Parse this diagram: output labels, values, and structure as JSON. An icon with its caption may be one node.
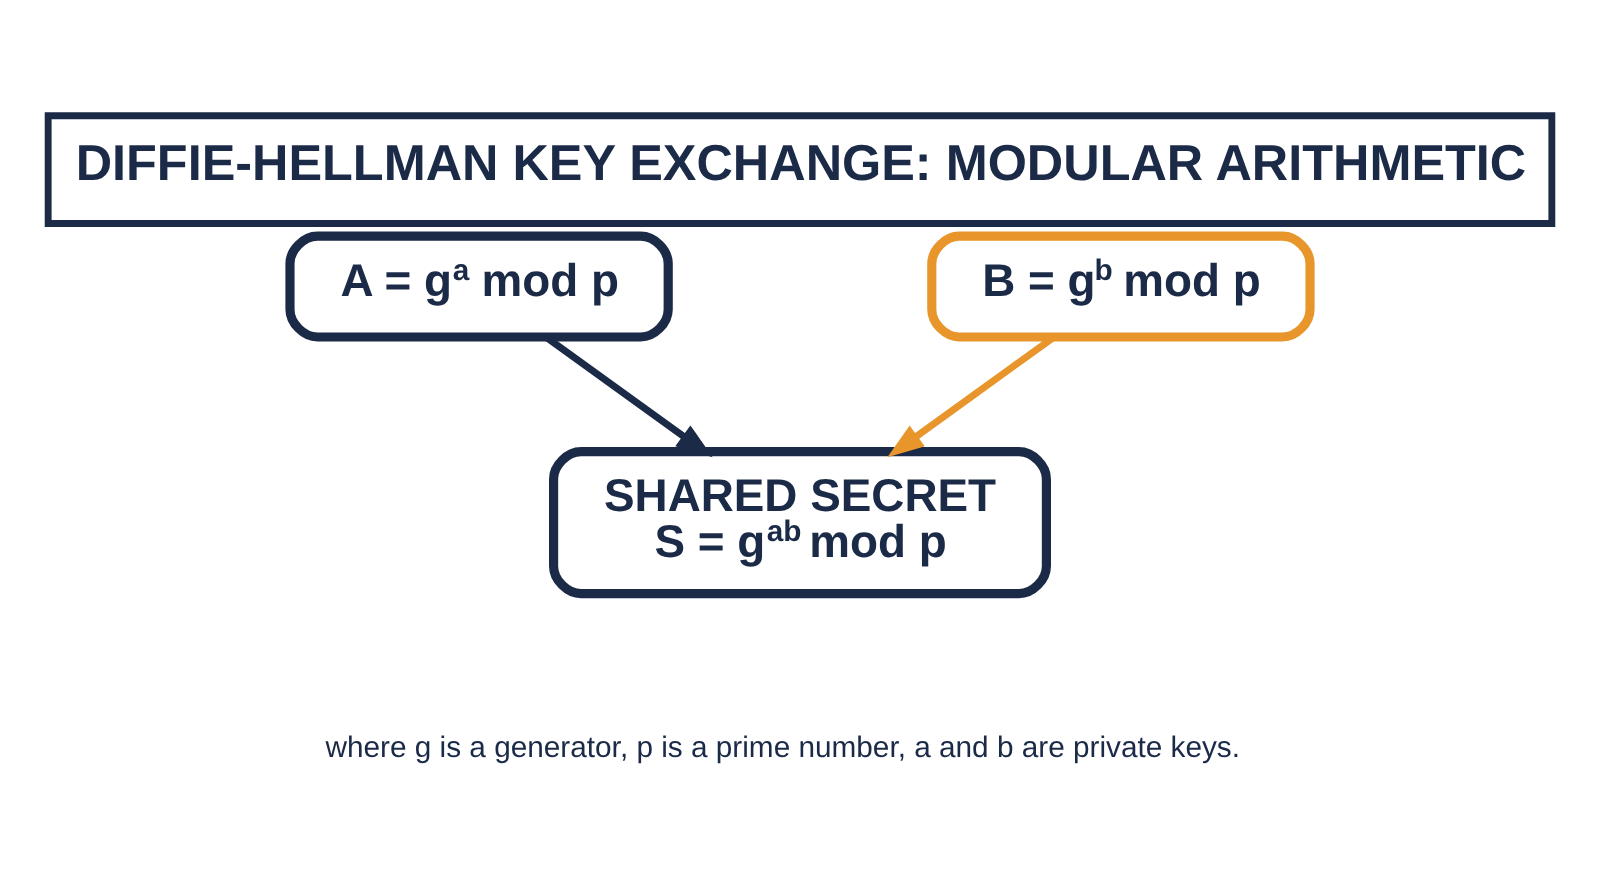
{
  "diagram": {
    "title": "DIFFIE-HELLMAN KEY EXCHANGE: MODULAR ARITHMETIC",
    "caption": "where g is a generator, p is a prime number, a and b are private keys.",
    "nodes": [
      {
        "text": [
          "A = g$^{a}$ mod p"
        ]
      },
      {
        "text": [
          "B = g$^{b}$ mod p"
        ]
      },
      {
        "text": [
          "SHARED SECRET",
          "S = g$^{ab}$ mod p"
        ]
      }
    ],
    "edges": [
      {
        "from": 0,
        "to": 2,
        "arrow": "to",
        "color": "#1b2a47"
      },
      {
        "from": 1,
        "to": 2,
        "arrow": "to",
        "color": "#e8962b"
      }
    ]
  }
}
